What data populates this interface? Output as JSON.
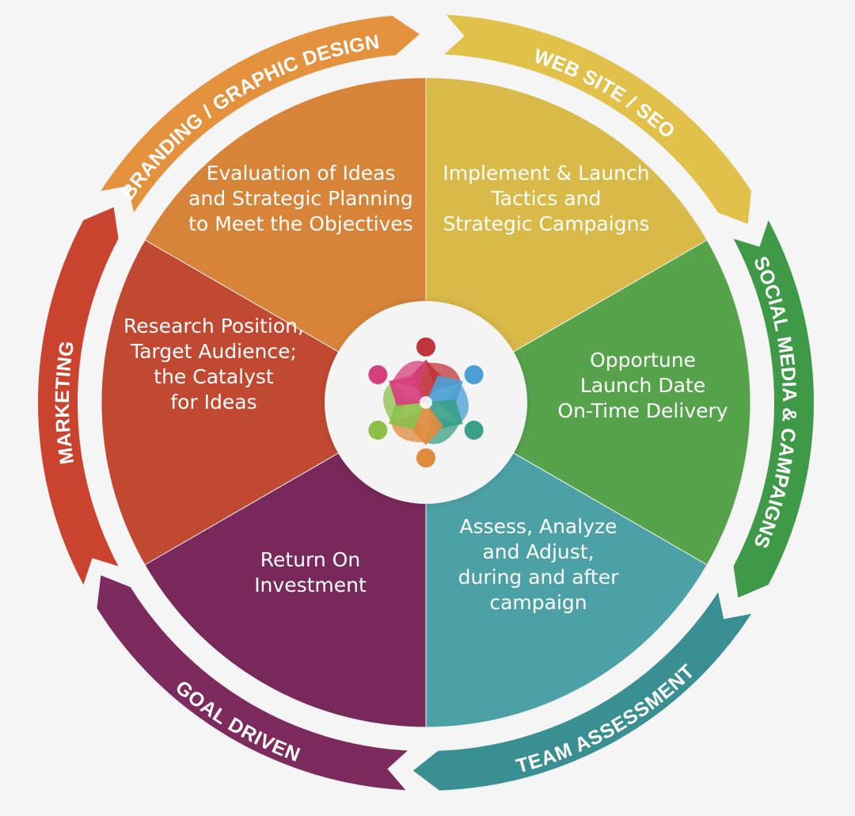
{
  "segments": [
    {
      "id": "evaluation",
      "lines": [
        "Evaluation of Ideas",
        "and Strategic Planning",
        "to Meet the Objectives"
      ],
      "color": "#e08a3c"
    },
    {
      "id": "implement",
      "lines": [
        "Implement & Launch",
        "Tactics and",
        "Strategic Campaigns"
      ],
      "color": "#e2c14a"
    },
    {
      "id": "opportune",
      "lines": [
        "Opportune",
        "Launch Date",
        "On-Time Delivery"
      ],
      "color": "#5aaa50"
    },
    {
      "id": "assess",
      "lines": [
        "Assess, Analyze",
        "and Adjust,",
        "during and after",
        "campaign"
      ],
      "color": "#4fa8ad"
    },
    {
      "id": "roi",
      "lines": [
        "Return On",
        "Investment"
      ],
      "color": "#7d2a5e"
    },
    {
      "id": "research",
      "lines": [
        "Research Position,",
        "Target Audience;",
        "the Catalyst",
        "for Ideas"
      ],
      "color": "#c94c33"
    }
  ],
  "ring": [
    {
      "id": "branding",
      "label": "BRANDING / GRAPHIC DESIGN",
      "color": "#e4923e"
    },
    {
      "id": "website",
      "label": "WEB SITE  /  SEO",
      "color": "#e2c14a"
    },
    {
      "id": "social",
      "label": "SOCIAL MEDIA & CAMPAIGNS",
      "color": "#3f9a48"
    },
    {
      "id": "team",
      "label": "TEAM ASSESSMENT",
      "color": "#3a8f92"
    },
    {
      "id": "goal",
      "label": "GOAL DRIVEN",
      "color": "#7d2a5e"
    },
    {
      "id": "marketing",
      "label": "MARKETING",
      "color": "#c9432f"
    }
  ],
  "logo": {
    "figures": [
      "#c0353a",
      "#4a9fd4",
      "#3aa08a",
      "#e08a3c",
      "#8cc04a",
      "#d63f7e"
    ]
  }
}
